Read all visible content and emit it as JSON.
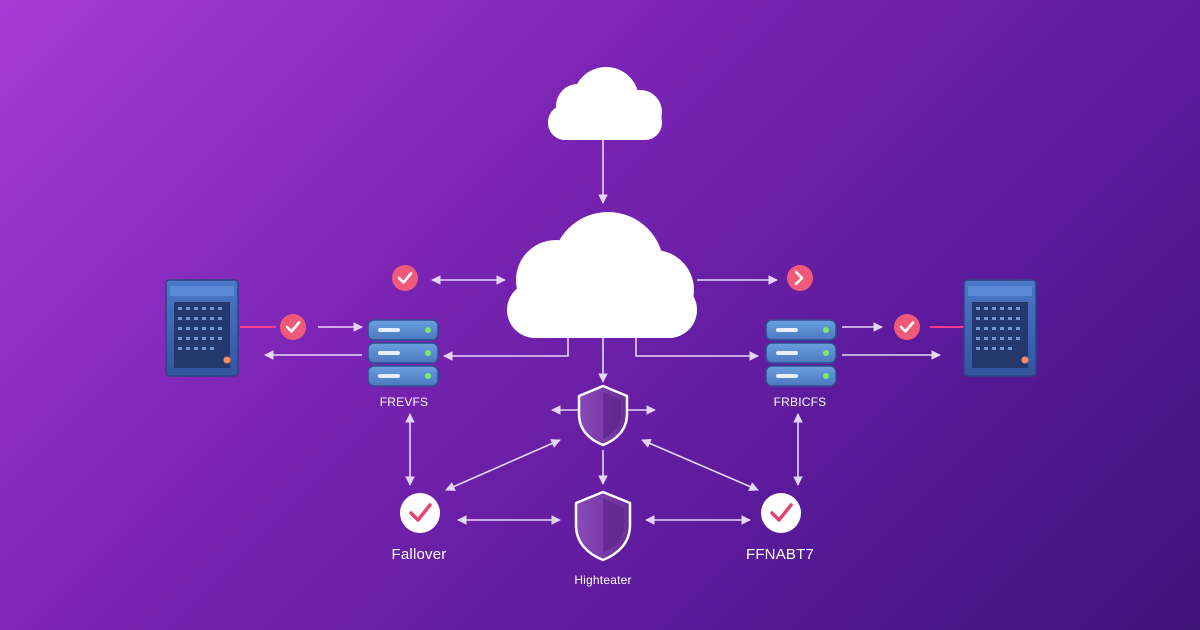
{
  "labels": {
    "left_db": "FREVFS",
    "right_db": "FRBICFS",
    "bottom_left": "Fallover",
    "bottom_center": "Highteater",
    "bottom_right": "FFNABT7"
  },
  "colors": {
    "background_start": "#a63bd6",
    "background_end": "#3f1478",
    "cloud": "#ffffff",
    "arrow": "#e6d6f5",
    "accent_line": "#ff3d8b",
    "check_badge": "#ef5a7a",
    "shield": "#7b3aa6",
    "database": "#5a8fd6",
    "server": "#3f67b8"
  },
  "icons": [
    "top-cloud-icon",
    "center-cloud-icon",
    "left-server-icon",
    "right-server-icon",
    "left-database-icon",
    "right-database-icon",
    "top-shield-icon",
    "center-shield-icon",
    "check-icon",
    "next-icon"
  ]
}
